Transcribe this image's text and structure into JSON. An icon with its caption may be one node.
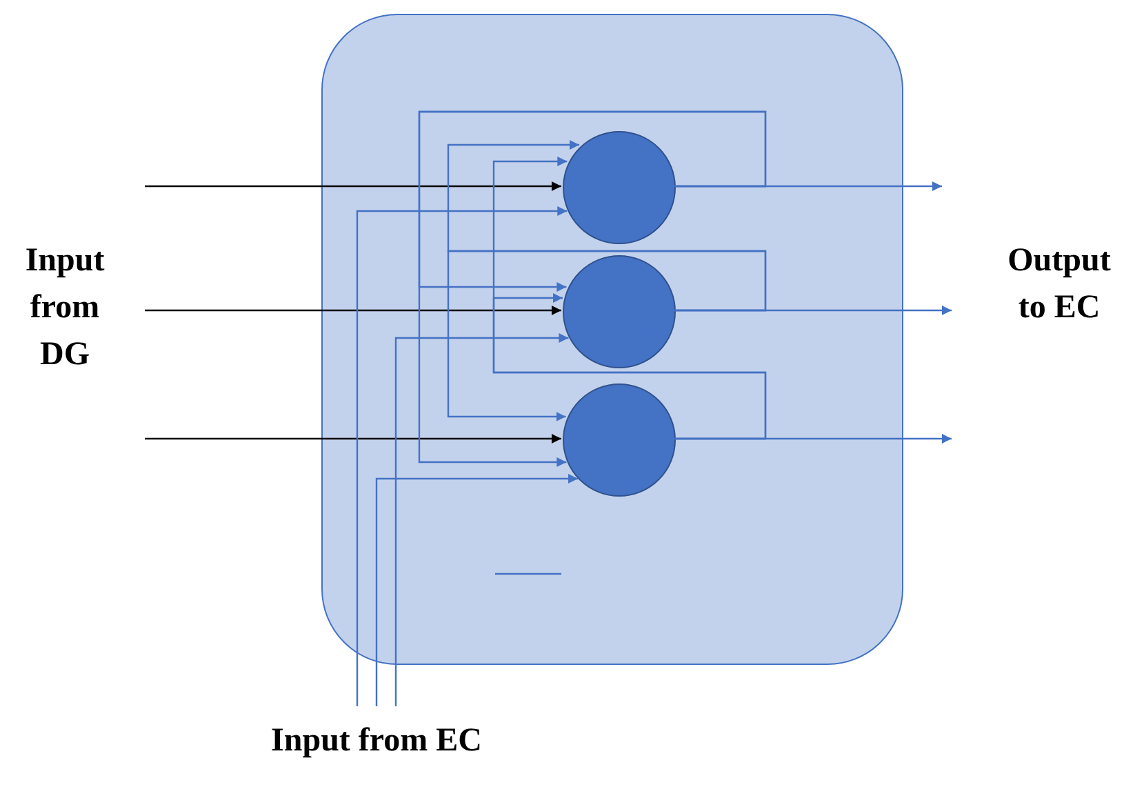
{
  "diagram": {
    "nodes": [
      {
        "text": [],
        "shape": "box"
      },
      {
        "text": [],
        "shape": "circle",
        "in": 0
      },
      {
        "text": [],
        "shape": "circle",
        "in": 0
      },
      {
        "text": [],
        "shape": "circle",
        "in": 0
      },
      {
        "text": [
          "Input from DG"
        ]
      },
      {
        "text": [
          "Output to EC"
        ]
      },
      {
        "text": [
          "Input from EC"
        ]
      }
    ],
    "edges": [
      {
        "from": null,
        "to": 1,
        "arrow": "to",
        "color": "#000000"
      },
      {
        "from": null,
        "to": 2,
        "arrow": "to",
        "color": "#000000"
      },
      {
        "from": null,
        "to": 3,
        "arrow": "to",
        "color": "#000000"
      },
      {
        "from": 1,
        "to": null,
        "arrow": "to"
      },
      {
        "from": 2,
        "to": null,
        "arrow": "to"
      },
      {
        "from": 3,
        "to": null,
        "arrow": "to"
      },
      {
        "from": 1,
        "to": 2,
        "arrow": "to"
      },
      {
        "from": 1,
        "to": 3,
        "arrow": "to"
      },
      {
        "from": 2,
        "to": 1,
        "arrow": "to"
      },
      {
        "from": 2,
        "to": 3,
        "arrow": "to"
      },
      {
        "from": 3,
        "to": 1,
        "arrow": "to"
      },
      {
        "from": 3,
        "to": 2,
        "arrow": "to"
      },
      {
        "from": 6,
        "to": 1,
        "arrow": "to"
      },
      {
        "from": 6,
        "to": 2,
        "arrow": "to"
      },
      {
        "from": 6,
        "to": 3,
        "arrow": "to"
      }
    ]
  }
}
